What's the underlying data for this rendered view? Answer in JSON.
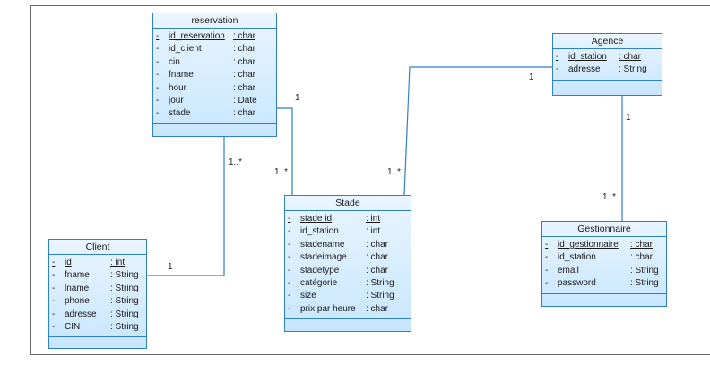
{
  "classes": {
    "reservation": {
      "title": "reservation",
      "attributes": [
        {
          "vis": "-",
          "name": "id_reservation",
          "type": ": char",
          "key": true
        },
        {
          "vis": "-",
          "name": "id_client",
          "type": ": char"
        },
        {
          "vis": "-",
          "name": "cin",
          "type": ": char"
        },
        {
          "vis": "-",
          "name": "fname",
          "type": ": char"
        },
        {
          "vis": "-",
          "name": "hour",
          "type": ": char"
        },
        {
          "vis": "-",
          "name": "jour",
          "type": ": Date"
        },
        {
          "vis": "-",
          "name": "stade",
          "type": ": char"
        }
      ]
    },
    "agence": {
      "title": "Agence",
      "attributes": [
        {
          "vis": "-",
          "name": "id_station",
          "type": ": char",
          "key": true
        },
        {
          "vis": "-",
          "name": "adresse",
          "type": ": String"
        }
      ]
    },
    "stade": {
      "title": "Stade",
      "attributes": [
        {
          "vis": "-",
          "name": "stade id",
          "type": ": int",
          "key": true
        },
        {
          "vis": "-",
          "name": "id_station",
          "type": ": int"
        },
        {
          "vis": "-",
          "name": "stadename",
          "type": ": char"
        },
        {
          "vis": "-",
          "name": "stadeimage",
          "type": ": char"
        },
        {
          "vis": "-",
          "name": "stadetype",
          "type": ": char"
        },
        {
          "vis": "-",
          "name": "catégorie",
          "type": ": String"
        },
        {
          "vis": "-",
          "name": "size",
          "type": ": String"
        },
        {
          "vis": "-",
          "name": "prix par heure",
          "type": ": char"
        }
      ]
    },
    "client": {
      "title": "Client",
      "attributes": [
        {
          "vis": "-",
          "name": "id",
          "type": ": int",
          "key": true
        },
        {
          "vis": "-",
          "name": "fname",
          "type": ": String"
        },
        {
          "vis": "-",
          "name": "lname",
          "type": ": String"
        },
        {
          "vis": "-",
          "name": "phone",
          "type": ": String"
        },
        {
          "vis": "-",
          "name": "adresse",
          "type": ": String"
        },
        {
          "vis": "-",
          "name": "CIN",
          "type": ": String"
        }
      ]
    },
    "gestionnaire": {
      "title": "Gestionnaire",
      "attributes": [
        {
          "vis": "-",
          "name": "id_gestionnaire",
          "type": ": char",
          "key": true
        },
        {
          "vis": "-",
          "name": "id_station",
          "type": ": char"
        },
        {
          "vis": "-",
          "name": "email",
          "type": ": String"
        },
        {
          "vis": "-",
          "name": "password",
          "type": ": String"
        }
      ]
    }
  },
  "multiplicities": {
    "res_stade_res": "1",
    "res_stade_stade": "1..*",
    "res_client_res": "1..*",
    "res_client_client": "1",
    "agence_stade_agence": "1",
    "agence_stade_stade": "1..*",
    "agence_gest_agence": "1",
    "agence_gest_gest": "1..*"
  },
  "colors": {
    "border": "#2f7fc9",
    "fill_top": "#e9f5ff",
    "fill_bottom": "#c8e6ff",
    "link": "#2f7fc9"
  }
}
